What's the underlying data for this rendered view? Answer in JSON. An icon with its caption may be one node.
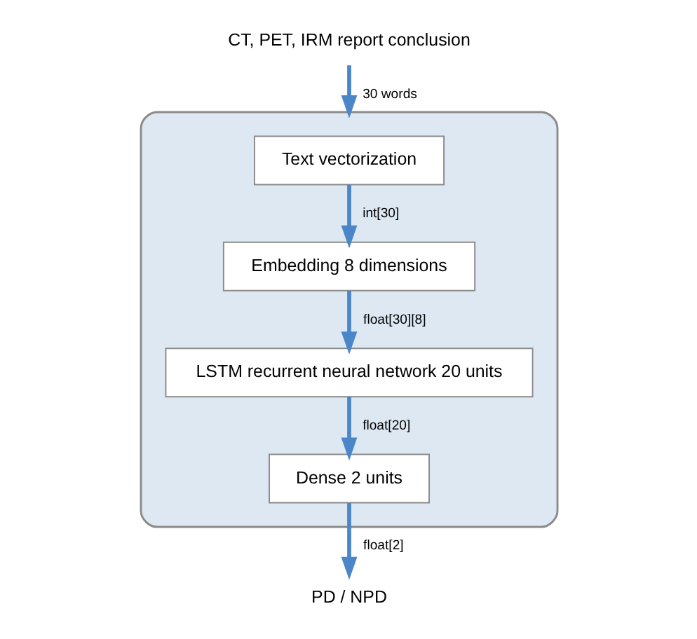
{
  "diagram": {
    "nodes": [
      {
        "text": [
          "CT, PET, IRM report conclusion"
        ]
      },
      {
        "text": [],
        "shape": "box"
      },
      {
        "text": [
          "Text vectorization"
        ],
        "in": 1
      },
      {
        "text": [
          "Embedding 8 dimensions"
        ],
        "in": 1
      },
      {
        "text": [
          "LSTM recurrent neural network 20 units"
        ],
        "in": 1
      },
      {
        "text": [
          "Dense 2 units"
        ],
        "in": 1
      },
      {
        "text": [
          "PD / NPD"
        ]
      }
    ],
    "edges": [
      {
        "from": 0,
        "to": 1,
        "arrow": "to",
        "label": "30 words"
      },
      {
        "from": 2,
        "to": 3,
        "arrow": "to",
        "label": "int[30]"
      },
      {
        "from": 3,
        "to": 4,
        "arrow": "to",
        "label": "float[30][8]"
      },
      {
        "from": 4,
        "to": 5,
        "arrow": "to",
        "label": "float[20]"
      },
      {
        "from": 5,
        "to": 6,
        "arrow": "to",
        "label": "float[2]"
      }
    ]
  }
}
